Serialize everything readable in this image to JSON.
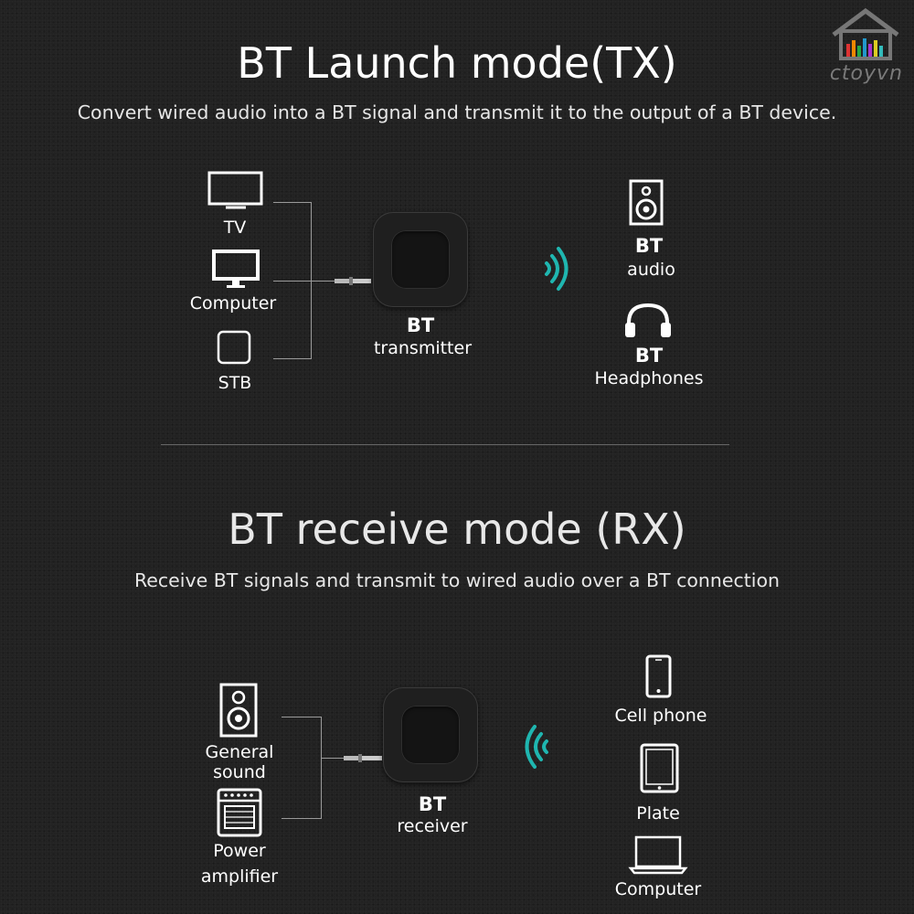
{
  "watermark": {
    "text": "ctoyvn"
  },
  "tx": {
    "title": "BT Launch mode(TX)",
    "subtitle": "Convert wired audio into a BT signal and transmit it to the output of a BT device.",
    "sources": [
      {
        "label": "TV",
        "icon": "tv-icon"
      },
      {
        "label": "Computer",
        "icon": "monitor-icon"
      },
      {
        "label": "STB",
        "icon": "set-top-box-icon"
      }
    ],
    "device": {
      "line1": "BT",
      "line2": "transmitter"
    },
    "outputs": [
      {
        "line1": "BT",
        "line2": "audio",
        "icon": "speaker-icon"
      },
      {
        "line1": "BT",
        "line2": "Headphones",
        "icon": "headphones-icon"
      }
    ],
    "wave_color": "#1fb6b0"
  },
  "rx": {
    "title": "BT receive mode (RX)",
    "subtitle": "Receive BT signals and transmit to wired audio over a BT connection",
    "outputs": [
      {
        "line1": "General",
        "line2": "sound",
        "icon": "speaker-icon"
      },
      {
        "line1": "Power",
        "line2": "amplifier",
        "icon": "amplifier-icon"
      }
    ],
    "device": {
      "line1": "BT",
      "line2": "receiver"
    },
    "sources": [
      {
        "label": "Cell phone",
        "icon": "phone-icon"
      },
      {
        "label": "Plate",
        "icon": "tablet-icon"
      },
      {
        "label": "Computer",
        "icon": "laptop-icon"
      }
    ],
    "wave_color": "#1fb6b0"
  }
}
